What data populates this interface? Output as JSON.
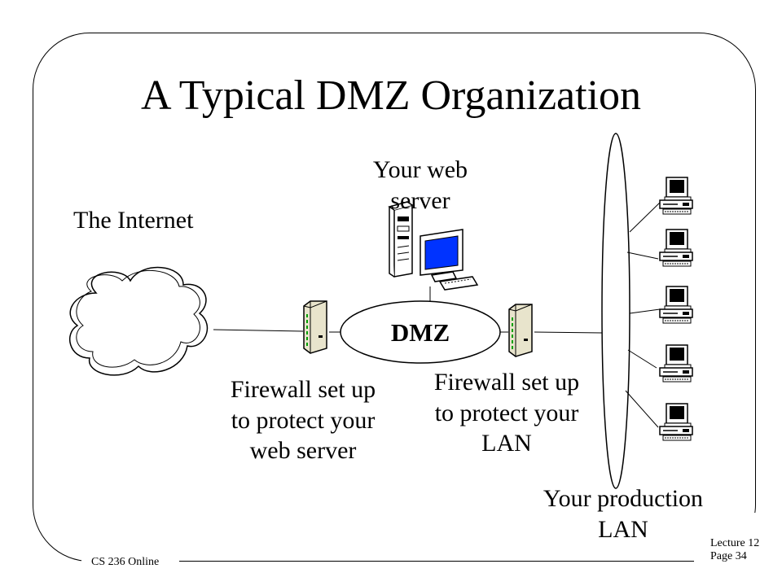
{
  "title": "A Typical DMZ Organization",
  "labels": {
    "internet": "The Internet",
    "web_server_1": "Your web",
    "web_server_2": "server",
    "dmz": "DMZ",
    "fw1_line1": "Firewall set up",
    "fw1_line2": "to protect your",
    "fw1_line3": "web server",
    "fw2_line1": "Firewall set up",
    "fw2_line2": "to protect your",
    "fw2_line3": "LAN",
    "lan_line1": "Your production",
    "lan_line2": "LAN"
  },
  "footer": {
    "course": "CS 236 Online",
    "lecture": "Lecture 12",
    "page": "Page 34"
  },
  "icons": [
    "cloud-icon",
    "firewall-icon",
    "server-tower-icon",
    "monitor-icon",
    "workstation-icon"
  ],
  "colors": {
    "screen": "#0033ff",
    "firewall": "#e8e4cc",
    "firewall_led": "#00a000"
  }
}
